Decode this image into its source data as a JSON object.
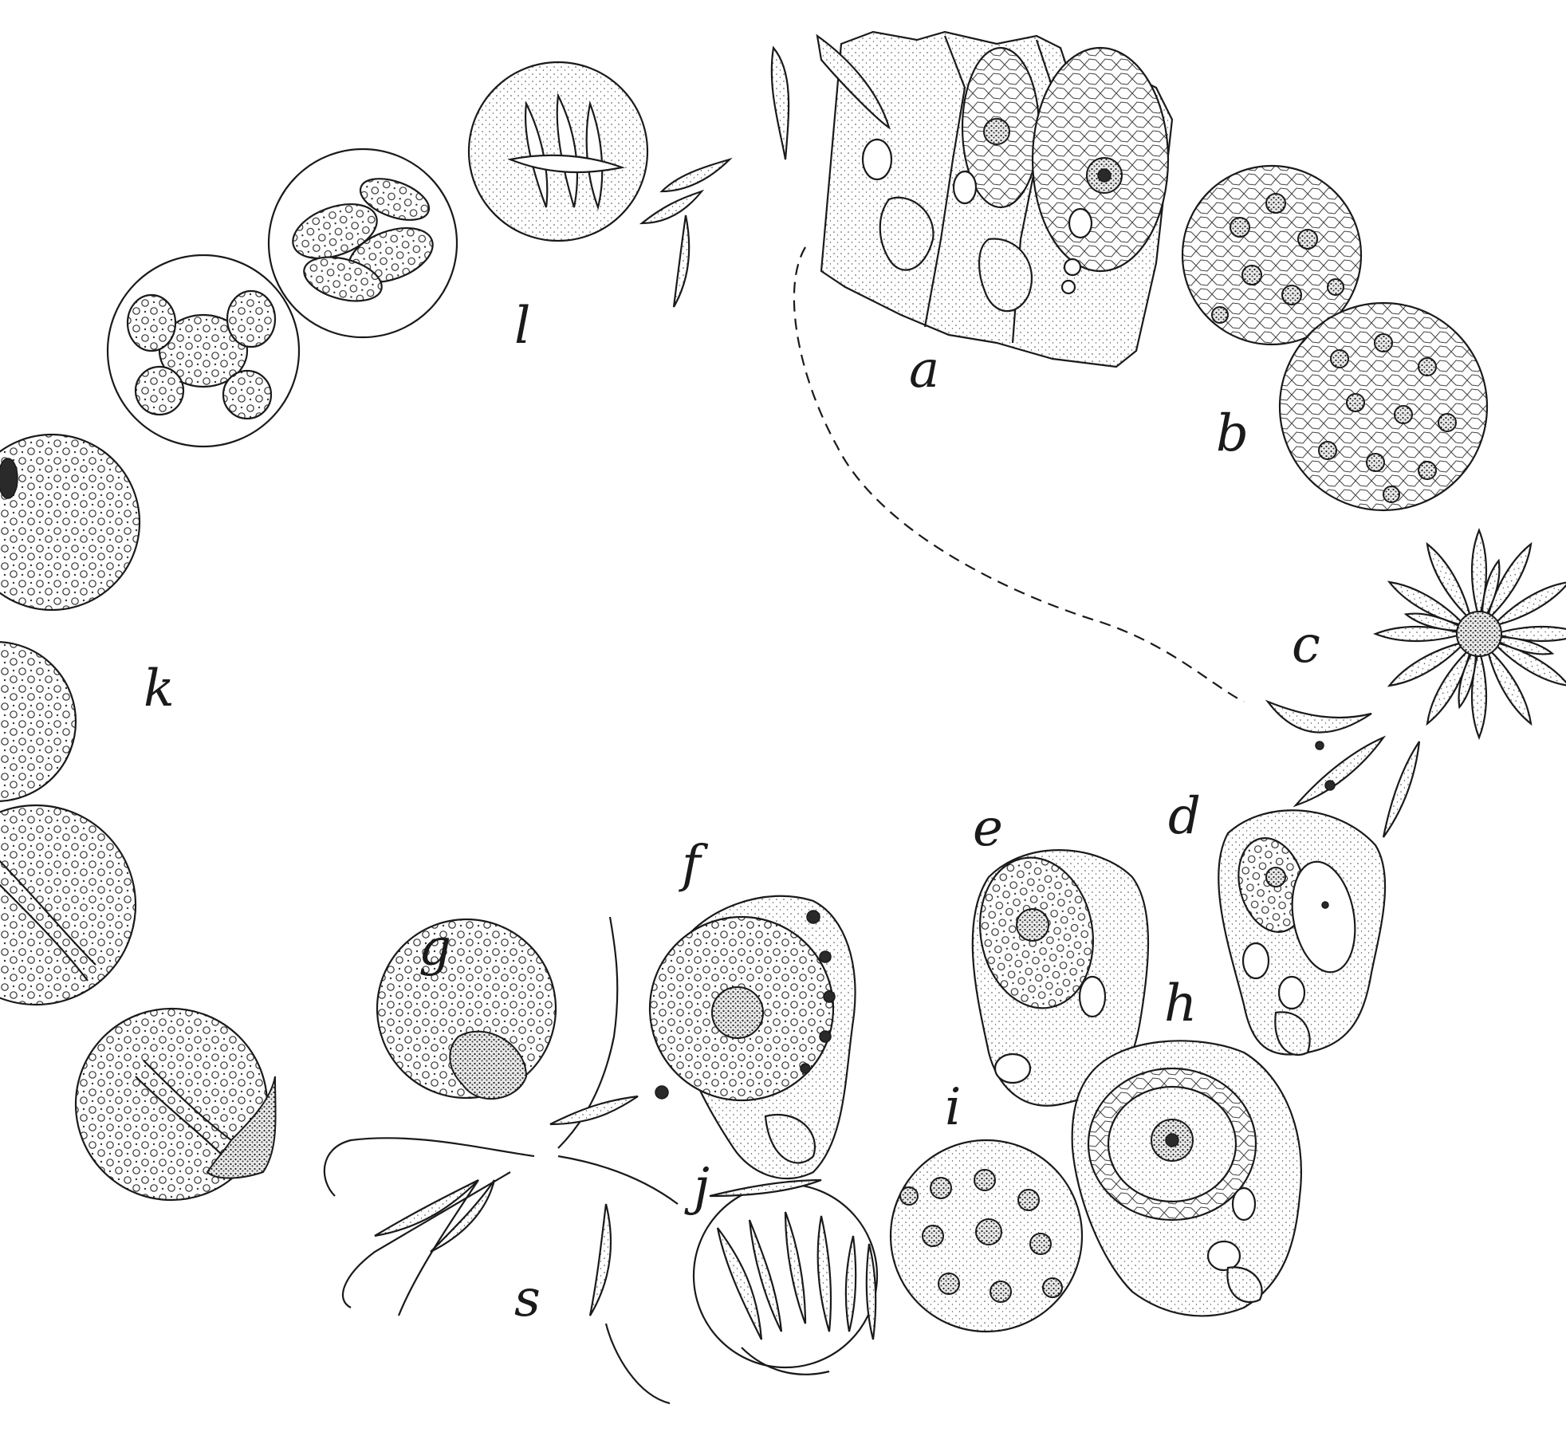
{
  "figure": {
    "labels": {
      "a": "a",
      "b": "b",
      "c": "c",
      "d": "d",
      "e": "e",
      "f": "f",
      "g": "g",
      "h": "h",
      "i": "i",
      "j": "j",
      "k": "k",
      "l": "l",
      "s": "s"
    }
  }
}
